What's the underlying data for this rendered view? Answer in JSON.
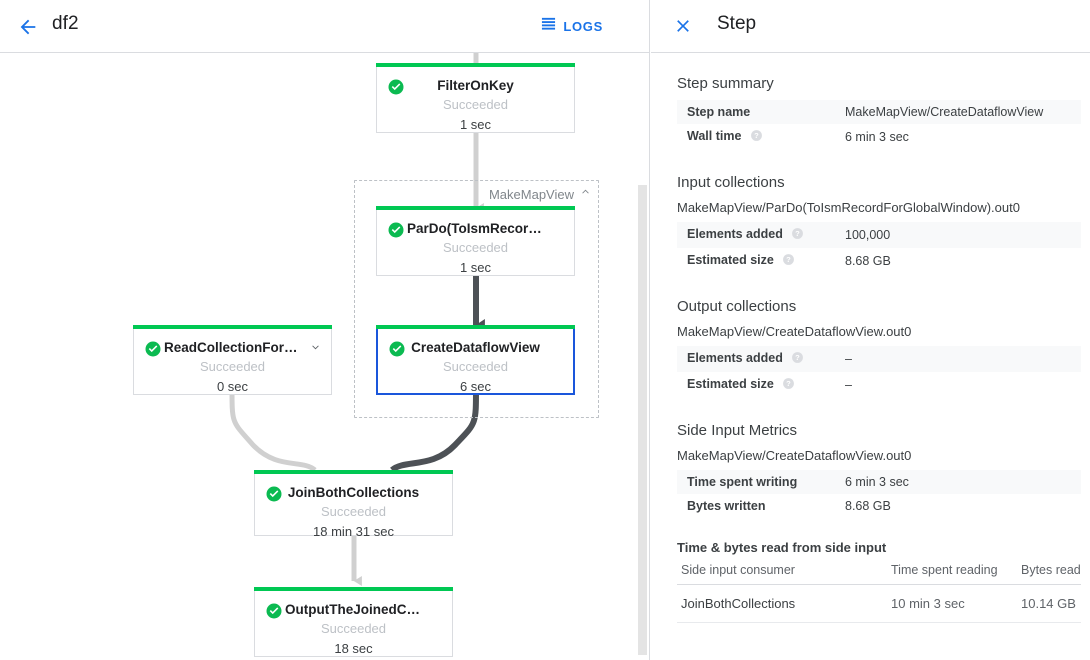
{
  "left": {
    "header": {
      "back_icon": "arrow-left-icon",
      "title": "df2",
      "logs_icon": "logs-list-icon",
      "logs_label": "LOGS"
    },
    "group": {
      "label": "MakeMapView",
      "collapse_icon": "chevron-up-icon"
    },
    "nodes": [
      {
        "id": "filter-on-key",
        "title": "FilterOnKey",
        "status": "Succeeded",
        "time": "1 sec",
        "status_color": "#00c853",
        "selected": false,
        "chevron": null
      },
      {
        "id": "pardo-toismrecord",
        "title": "ParDo(ToIsmRecordFor…)",
        "title_display": "ParDo(ToIsmRecordFor…",
        "status": "Succeeded",
        "time": "1 sec",
        "status_color": "#00c853",
        "selected": false,
        "chevron": null
      },
      {
        "id": "create-dataflow-view",
        "title": "CreateDataflowView",
        "status": "Succeeded",
        "time": "6 sec",
        "status_color": "#00c853",
        "selected": true,
        "chevron": null
      },
      {
        "id": "read-collection-for-join",
        "title": "ReadCollectionForJoin",
        "status": "Succeeded",
        "time": "0 sec",
        "status_color": "#00c853",
        "selected": false,
        "chevron": "chevron-down-icon"
      },
      {
        "id": "join-both-collections",
        "title": "JoinBothCollections",
        "status": "Succeeded",
        "time": "18 min 31 sec",
        "status_color": "#00c853",
        "selected": false,
        "chevron": null
      },
      {
        "id": "output-the-joined-collection",
        "title": "OutputTheJoinedCollec…",
        "status": "Succeeded",
        "time": "18 sec",
        "status_color": "#00c853",
        "selected": false,
        "chevron": null
      }
    ],
    "selection_color": "#1a56db",
    "edge_color_normal": "#d0d0d0",
    "edge_color_highlight": "#4d5156"
  },
  "right": {
    "header": {
      "close_icon": "close-icon",
      "title": "Step"
    },
    "step_summary": {
      "title": "Step summary",
      "rows": [
        {
          "key": "Step name",
          "value": "MakeMapView/CreateDataflowView",
          "help": false
        },
        {
          "key": "Wall time",
          "value": "6 min 3 sec",
          "help": true
        }
      ]
    },
    "input_collections": {
      "title": "Input collections",
      "name": "MakeMapView/ParDo(ToIsmRecordForGlobalWindow).out0",
      "rows": [
        {
          "key": "Elements added",
          "value": "100,000",
          "help": true
        },
        {
          "key": "Estimated size",
          "value": "8.68 GB",
          "help": true
        }
      ]
    },
    "output_collections": {
      "title": "Output collections",
      "name": "MakeMapView/CreateDataflowView.out0",
      "rows": [
        {
          "key": "Elements added",
          "value": "–",
          "help": true
        },
        {
          "key": "Estimated size",
          "value": "–",
          "help": true
        }
      ]
    },
    "side_input_metrics": {
      "title": "Side Input Metrics",
      "name": "MakeMapView/CreateDataflowView.out0",
      "rows": [
        {
          "key": "Time spent writing",
          "value": "6 min 3 sec",
          "help": false
        },
        {
          "key": "Bytes written",
          "value": "8.68 GB",
          "help": false
        }
      ],
      "sub_title": "Time & bytes read from side input",
      "columns": [
        "Side input consumer",
        "Time spent reading",
        "Bytes read"
      ],
      "table_rows": [
        {
          "consumer": "JoinBothCollections",
          "time": "10 min 3 sec",
          "bytes": "10.14 GB"
        }
      ]
    }
  }
}
